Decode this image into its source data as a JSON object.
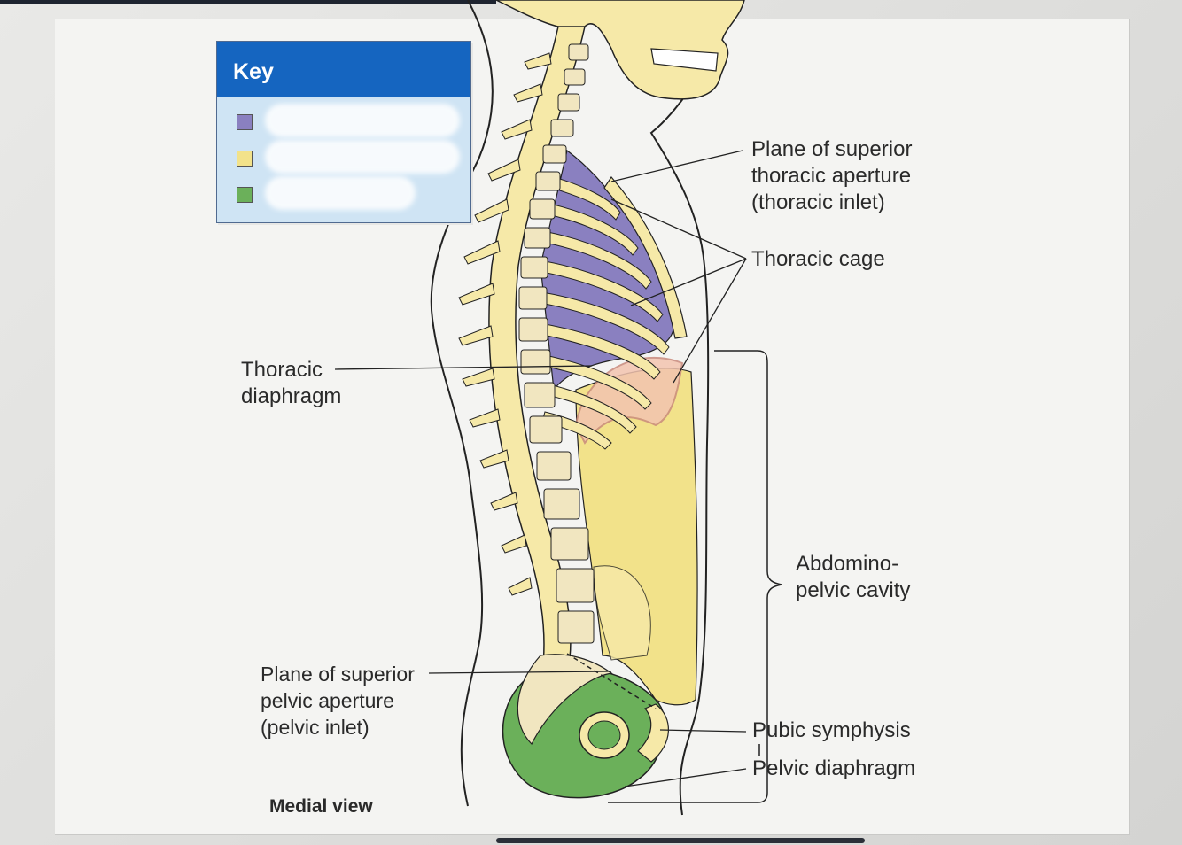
{
  "key": {
    "title": "Key",
    "items": [
      {
        "color": "#8a80c0"
      },
      {
        "color": "#f2e28a"
      },
      {
        "color": "#6bb05a"
      }
    ]
  },
  "labels": {
    "superior_thoracic_aperture": [
      "Plane of superior",
      "thoracic aperture",
      "(thoracic inlet)"
    ],
    "thoracic_cage": "Thoracic cage",
    "thoracic_diaphragm": [
      "Thoracic",
      "diaphragm"
    ],
    "abdominopelvic_cavity": [
      "Abdomino-",
      "pelvic cavity"
    ],
    "superior_pelvic_aperture": [
      "Plane of superior",
      "pelvic aperture",
      "(pelvic inlet)"
    ],
    "pubic_symphysis": "Pubic symphysis",
    "pelvic_diaphragm": "Pelvic diaphragm",
    "view": "Medial view"
  },
  "colors": {
    "thoracic": "#8a80c0",
    "abdominal": "#f2e28a",
    "pelvic": "#6bb05a",
    "bone": "#f6e9a8",
    "diaphragm": "#f3c4b0"
  }
}
